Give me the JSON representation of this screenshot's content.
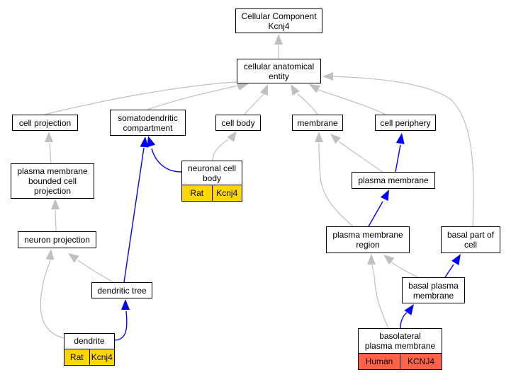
{
  "colors": {
    "gray_edge": "#c0c0c0",
    "blue_edge": "#0000ff",
    "rat_fill": "#ffd700",
    "human_fill": "#ff6347",
    "node_border": "#000000"
  },
  "nodes": {
    "root": {
      "line1": "Cellular Component",
      "line2": "Kcnj4"
    },
    "cae": {
      "line1": "cellular anatomical",
      "line2": "entity"
    },
    "cell_projection": {
      "line1": "cell projection"
    },
    "somatodendritic": {
      "line1": "somatodendritic",
      "line2": "compartment"
    },
    "cell_body": {
      "line1": "cell body"
    },
    "membrane": {
      "line1": "membrane"
    },
    "cell_periphery": {
      "line1": "cell periphery"
    },
    "pm_bounded": {
      "line1": "plasma membrane",
      "line2": "bounded cell",
      "line3": "projection"
    },
    "neuronal_cell_body": {
      "line1": "neuronal cell",
      "line2": "body",
      "tag_species": "Rat",
      "tag_gene": "Kcnj4"
    },
    "plasma_membrane": {
      "line1": "plasma membrane"
    },
    "neuron_projection": {
      "line1": "neuron projection"
    },
    "pm_region": {
      "line1": "plasma membrane",
      "line2": "region"
    },
    "basal_part": {
      "line1": "basal part of",
      "line2": "cell"
    },
    "dendritic_tree": {
      "line1": "dendritic tree"
    },
    "basal_pm": {
      "line1": "basal plasma",
      "line2": "membrane"
    },
    "dendrite": {
      "line1": "dendrite",
      "tag_species": "Rat",
      "tag_gene": "Kcnj4"
    },
    "basolateral": {
      "line1": "basolateral",
      "line2": "plasma membrane",
      "tag_species": "Human",
      "tag_gene": "KCNJ4"
    }
  }
}
